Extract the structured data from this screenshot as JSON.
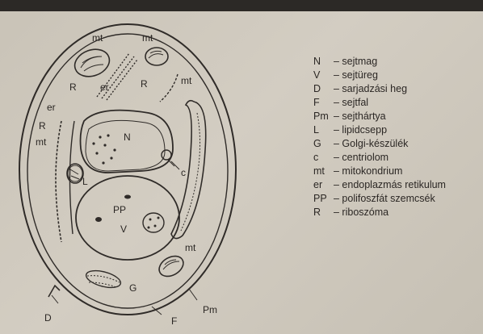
{
  "labels": {
    "mt_top_left": "mt",
    "mt_top_right": "mt",
    "mt_right": "mt",
    "mt_left": "mt",
    "mt_bottom": "mt",
    "R_left": "R",
    "R_mid": "R",
    "R_side": "R",
    "er_top": "er",
    "er_left": "er",
    "N": "N",
    "L": "L",
    "c": "c",
    "PP": "PP",
    "V": "V",
    "G": "G",
    "D": "D",
    "F": "F",
    "Pm": "Pm"
  },
  "legend": [
    {
      "abbr": "N",
      "text": "– sejtmag"
    },
    {
      "abbr": "V",
      "text": "– sejtüreg"
    },
    {
      "abbr": "D",
      "text": "– sarjadzási heg"
    },
    {
      "abbr": "F",
      "text": "– sejtfal"
    },
    {
      "abbr": "Pm",
      "text": "– sejthártya"
    },
    {
      "abbr": "L",
      "text": "– lipidcsepp"
    },
    {
      "abbr": "G",
      "text": "– Golgi-készülék"
    },
    {
      "abbr": "c",
      "text": "– centriolom"
    },
    {
      "abbr": "mt",
      "text": "– mitokondrium"
    },
    {
      "abbr": "er",
      "text": "– endoplazmás retikulum"
    },
    {
      "abbr": "PP",
      "text": "– polifoszfát szemcsék"
    },
    {
      "abbr": "R",
      "text": "– riboszóma"
    }
  ]
}
